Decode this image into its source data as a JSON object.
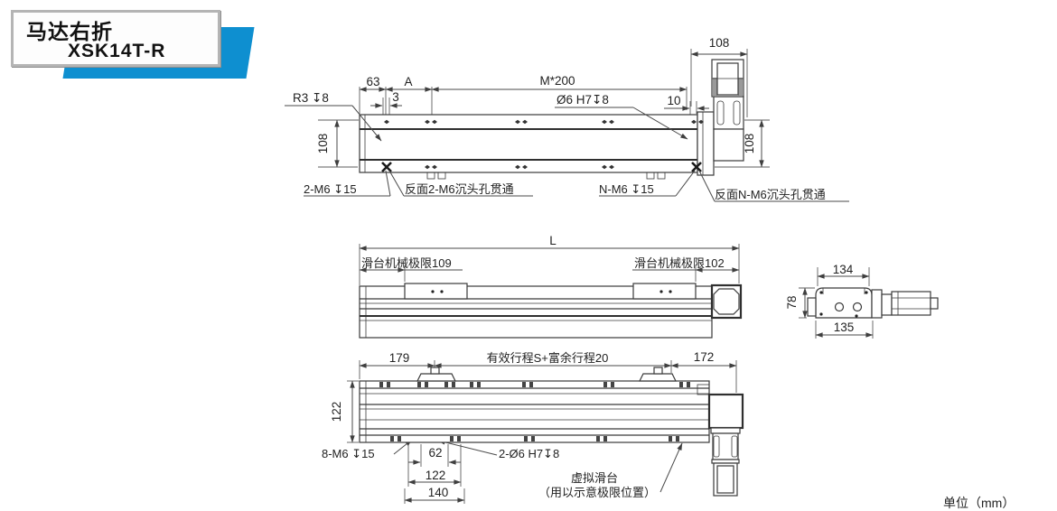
{
  "title_block": {
    "line1": "马达右折",
    "line2": "XSK14T-R"
  },
  "colors": {
    "accent": "#0e8fd0",
    "line": "#3a3a3a",
    "dim": "#4a4a4a"
  },
  "unit_note": "单位（mm）",
  "top_view": {
    "dims": {
      "d63": "63",
      "dA": "A",
      "d3": "3",
      "m200": "M*200",
      "d10": "10",
      "t108": "108",
      "l108": "108",
      "r108": "108"
    },
    "labels": {
      "r3": "R3 ↧8",
      "hole": "Ø6 H7↧8",
      "m6_left": "2-M6 ↧15",
      "m6_left_back": "反面2-M6沉头孔贯通",
      "m6_right": "N-M6 ↧15",
      "m6_right_back": "反面N-M6沉头孔贯通"
    }
  },
  "front_view": {
    "dims": {
      "L": "L",
      "limit_left": "滑台机械极限109",
      "limit_right": "滑台机械极限102"
    }
  },
  "side_view": {
    "dims": {
      "d134": "134",
      "d78": "78",
      "d135": "135"
    }
  },
  "bottom_view": {
    "dims": {
      "d179": "179",
      "stroke": "有效行程S+富余行程20",
      "d172": "172",
      "v122": "122",
      "d62": "62",
      "d122": "122",
      "d140": "140"
    },
    "labels": {
      "m6": "8-M6 ↧15",
      "holes": "2-Ø6 H7↧8",
      "virtual_line1": "虚拟滑台",
      "virtual_line2": "（用以示意极限位置）"
    }
  }
}
